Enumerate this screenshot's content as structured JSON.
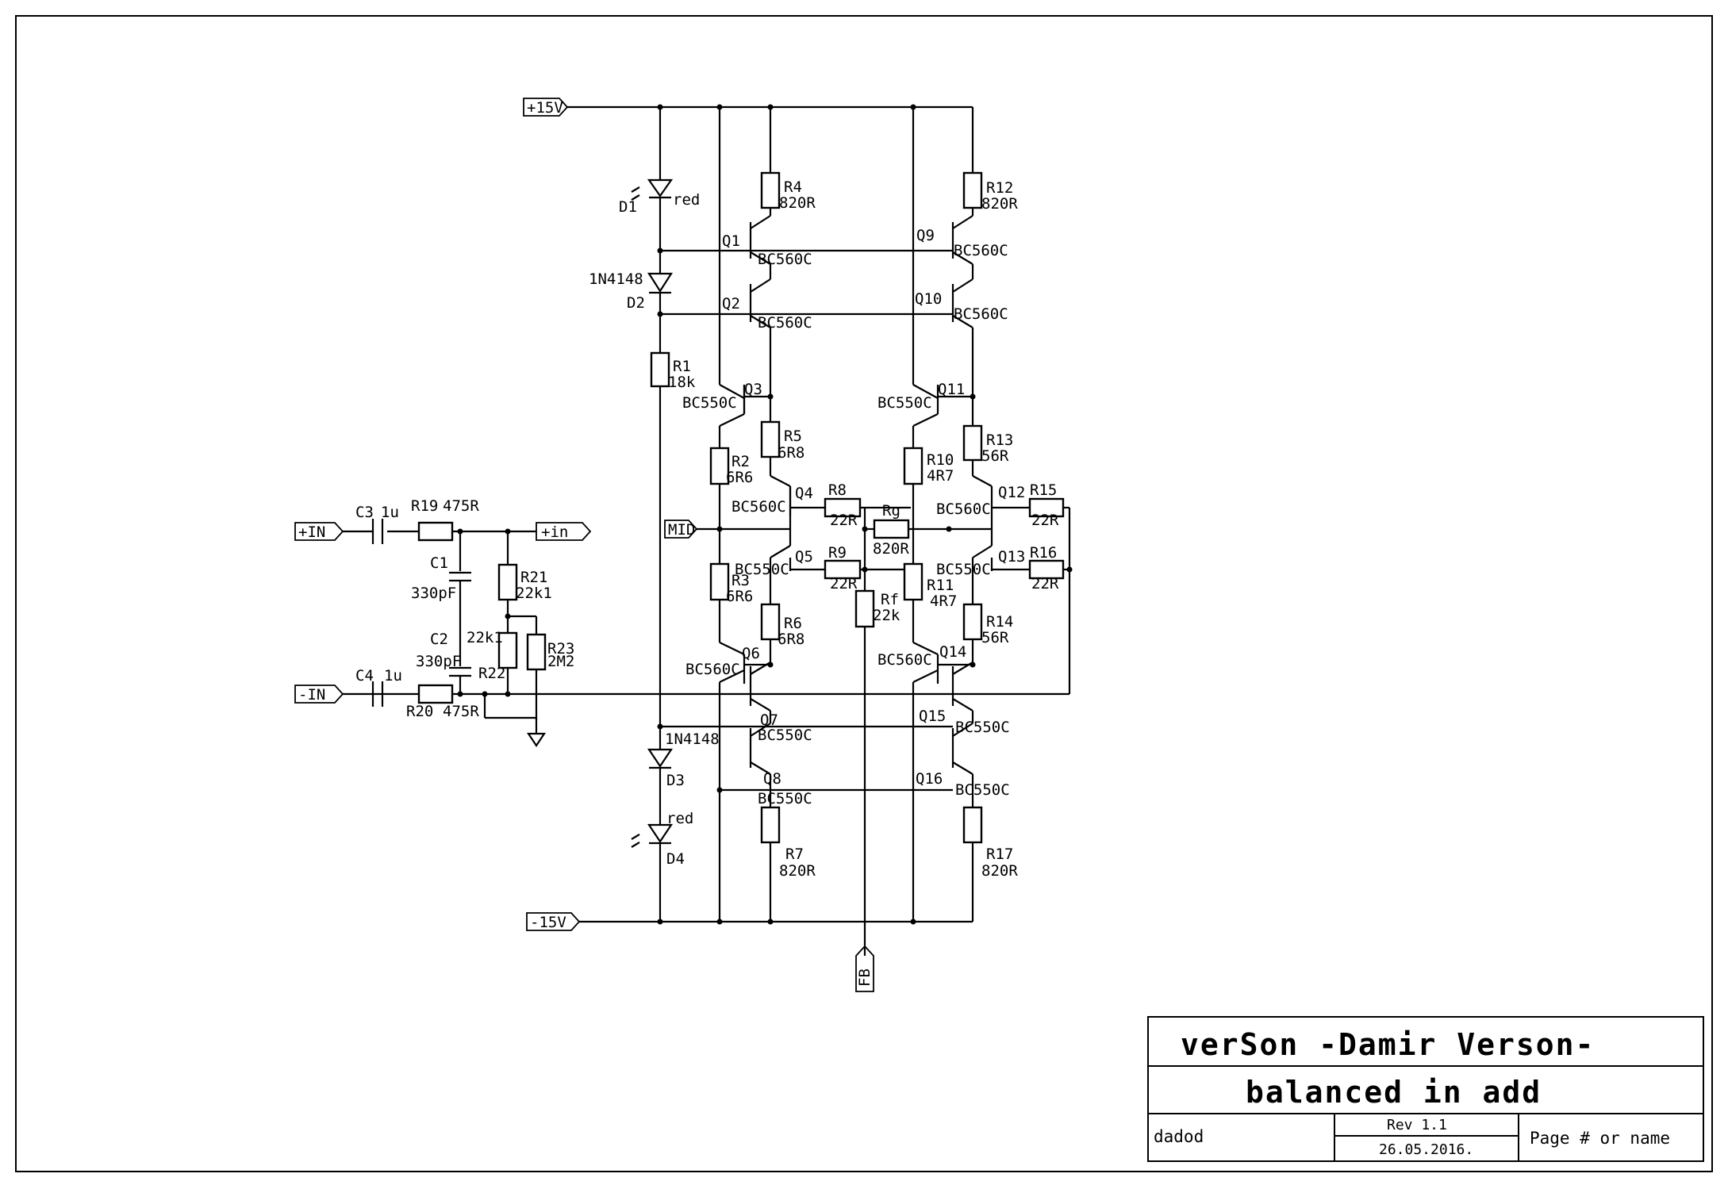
{
  "ports": {
    "p15": "+15V",
    "m15": "-15V",
    "pin": "+IN",
    "min": "-IN",
    "pin_out": "+in",
    "mid": "MID",
    "fb": "FB"
  },
  "components": {
    "D1": "D1",
    "D1v": "red",
    "D2": "D2",
    "D2v": "1N4148",
    "D3": "D3",
    "D3v": "1N4148",
    "D4": "D4",
    "D4v": "red",
    "R1": "R1",
    "R1v": "18k",
    "R2": "R2",
    "R2v": "6R6",
    "R3": "R3",
    "R3v": "6R6",
    "R4": "R4",
    "R4v": "820R",
    "R5": "R5",
    "R5v": "6R8",
    "R6": "R6",
    "R6v": "6R8",
    "R7": "R7",
    "R7v": "820R",
    "R8": "R8",
    "R8v": "22R",
    "R9": "R9",
    "R9v": "22R",
    "R10": "R10",
    "R10v": "4R7",
    "R11": "R11",
    "R11v": "4R7",
    "R12": "R12",
    "R12v": "820R",
    "R13": "R13",
    "R13v": "56R",
    "R14": "R14",
    "R14v": "56R",
    "R15": "R15",
    "R15v": "22R",
    "R16": "R16",
    "R16v": "22R",
    "R17": "R17",
    "R17v": "820R",
    "R19": "R19",
    "R19v": "475R",
    "R20": "R20",
    "R20v": "475R",
    "R21": "R21",
    "R21v": "22k1",
    "R22": "R22",
    "R22v": "22k1",
    "R23": "R23",
    "R23v": "2M2",
    "Rg": "Rg",
    "Rgv": "820R",
    "Rf": "Rf",
    "Rfv": "22k",
    "C1": "C1",
    "C1v": "330pF",
    "C2": "C2",
    "C2v": "330pF",
    "C3": "C3",
    "C3v": "1u",
    "C4": "C4",
    "C4v": "1u",
    "Q1": "Q1",
    "Q1v": "BC560C",
    "Q2": "Q2",
    "Q2v": "BC560C",
    "Q3": "Q3",
    "Q3v": "BC550C",
    "Q4": "Q4",
    "Q4v": "BC560C",
    "Q5": "Q5",
    "Q5v": "BC550C",
    "Q6": "Q6",
    "Q6v": "BC560C",
    "Q7": "Q7",
    "Q7v": "BC550C",
    "Q8": "Q8",
    "Q8v": "BC550C",
    "Q9": "Q9",
    "Q9v": "BC560C",
    "Q10": "Q10",
    "Q10v": "BC560C",
    "Q11": "Q11",
    "Q11v": "BC550C",
    "Q12": "Q12",
    "Q12v": "BC560C",
    "Q13": "Q13",
    "Q13v": "BC550C",
    "Q14": "Q14",
    "Q14v": "BC560C",
    "Q15": "Q15",
    "Q15v": "BC550C",
    "Q16": "Q16",
    "Q16v": "BC550C"
  },
  "title_block": {
    "company": "verSon  -Damir Verson-",
    "title": "balanced in add",
    "author": "dadod",
    "rev": "Rev 1.1",
    "date": "26.05.2016.",
    "page": "Page # or name"
  }
}
